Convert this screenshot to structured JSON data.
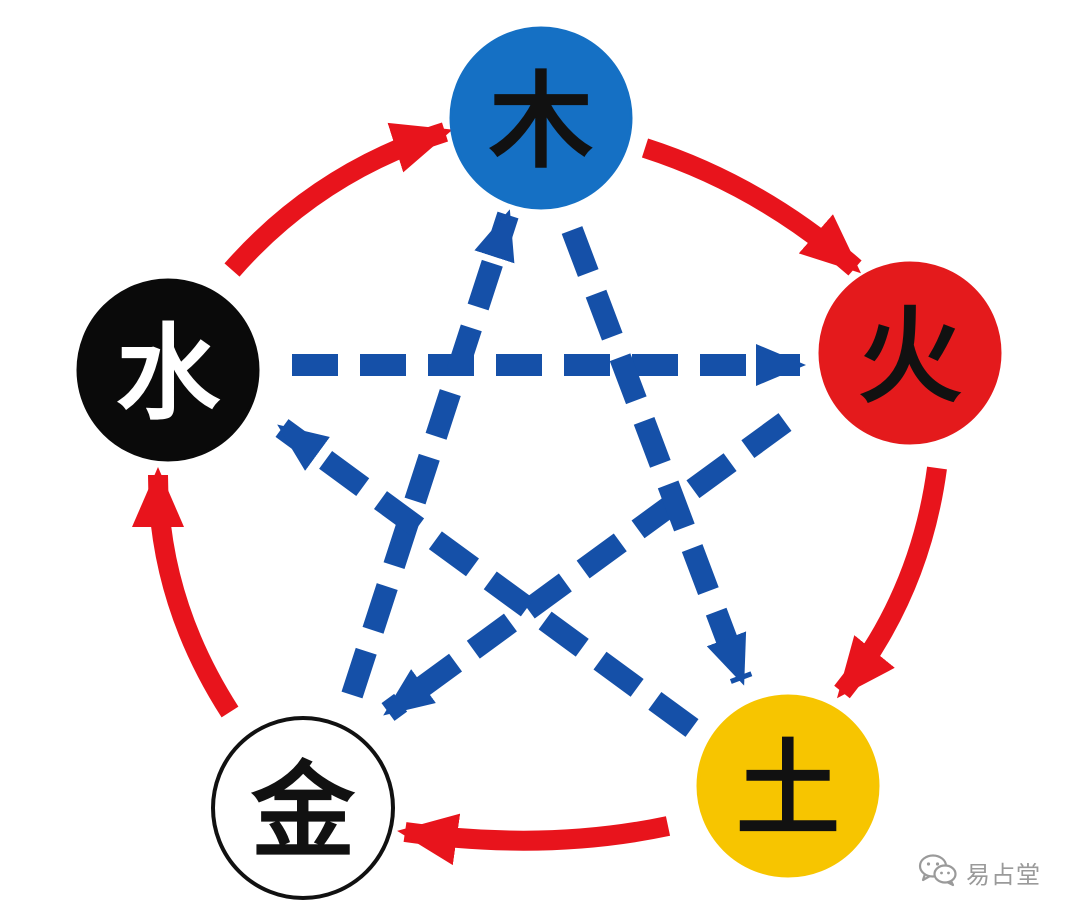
{
  "colors": {
    "generating_arrow": "#e8141c",
    "controlling_arrow": "#1550a8",
    "watermark": "#9a9a9a"
  },
  "nodes": {
    "wood": {
      "char": "木",
      "fill": "#1570c4",
      "text_color": "#111111",
      "border": "#1570c4"
    },
    "fire": {
      "char": "火",
      "fill": "#e41a1c",
      "text_color": "#111111",
      "border": "#e41a1c"
    },
    "earth": {
      "char": "土",
      "fill": "#f7c500",
      "text_color": "#111111",
      "border": "#f7c500"
    },
    "metal": {
      "char": "金",
      "fill": "#ffffff",
      "text_color": "#111111",
      "border": "#111111"
    },
    "water": {
      "char": "水",
      "fill": "#0a0a0a",
      "text_color": "#ffffff",
      "border": "#0a0a0a"
    }
  },
  "watermark": {
    "icon": "wechat-icon",
    "text": "易占堂"
  }
}
